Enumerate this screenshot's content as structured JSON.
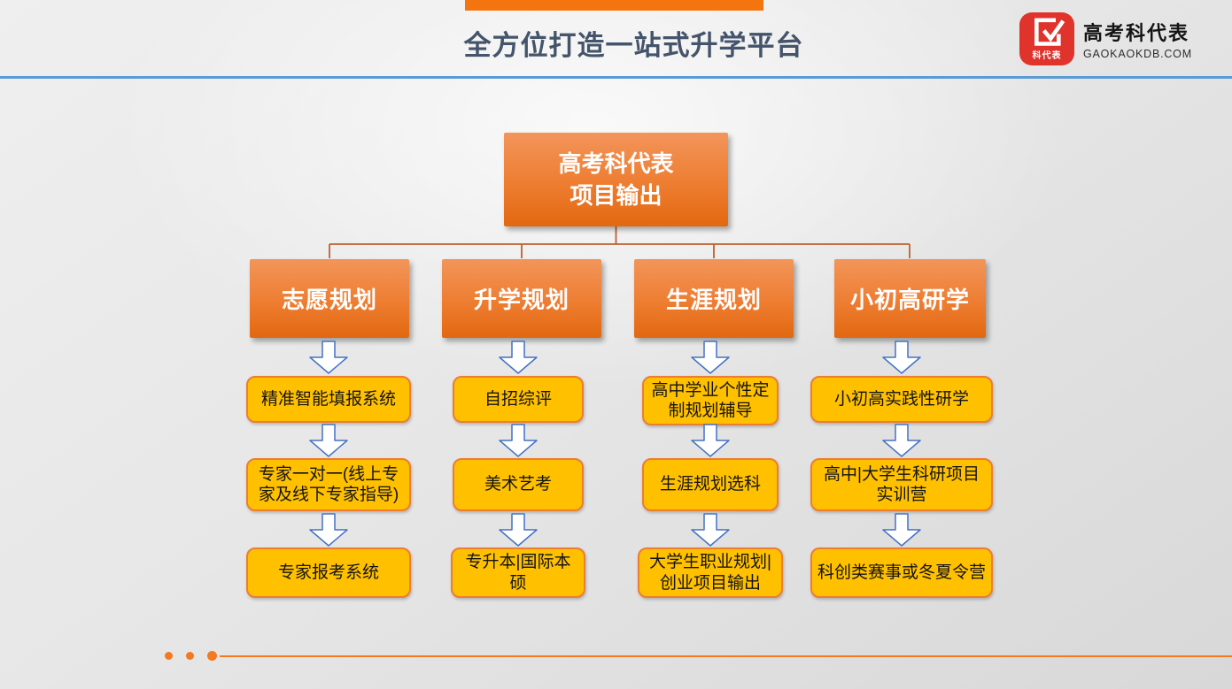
{
  "header": {
    "title": "全方位打造一站式升学平台"
  },
  "logo": {
    "badge_label": "科代表",
    "brand_name": "高考科代表",
    "brand_domain": "GAOKAOKDB.COM"
  },
  "diagram": {
    "root": {
      "line1": "高考科代表",
      "line2": "项目输出"
    },
    "columns": [
      {
        "branch": "志愿规划",
        "items": [
          "精准智能填报系统",
          "专家一对一(线上专家及线下专家指导)",
          "专家报考系统"
        ]
      },
      {
        "branch": "升学规划",
        "items": [
          "自招综评",
          "美术艺考",
          "专升本|国际本硕"
        ]
      },
      {
        "branch": "生涯规划",
        "items": [
          "高中学业个性定制规划辅导",
          "生涯规划选科",
          "大学生职业规划|创业项目输出"
        ]
      },
      {
        "branch": "小初高研学",
        "items": [
          "小初高实践性研学",
          "高中|大学生科研项目实训营",
          "科创类赛事或冬夏令营"
        ]
      }
    ]
  },
  "colors": {
    "accent_bar": "#F4750F",
    "title_text": "#44546A",
    "header_divider": "#5B9BD5",
    "node_orange": "#ED7D31",
    "leaf_yellow": "#FFC000",
    "connector": "#BE6030",
    "arrow_outline": "#4472C4",
    "logo_red": "#E0332C",
    "footer_accent": "#F4791F"
  }
}
